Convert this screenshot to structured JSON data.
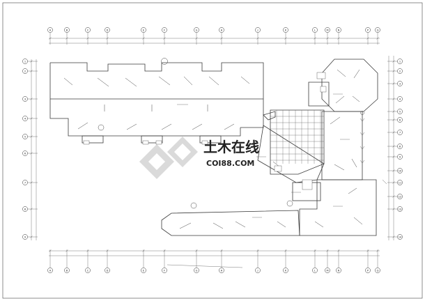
{
  "watermark": {
    "title": "土木在线",
    "domain": "COI88.COM"
  },
  "grid_labels": {
    "top": [
      "A",
      "B",
      "C",
      "D",
      "E",
      "F",
      "G",
      "H",
      "J",
      "K",
      "L",
      "M",
      "N",
      "P",
      "Q"
    ],
    "bottom": [
      "A",
      "B",
      "C",
      "D",
      "E",
      "F",
      "G",
      "H",
      "J",
      "K",
      "L",
      "M",
      "N",
      "P",
      "Q"
    ],
    "left": [
      "1",
      "2",
      "3",
      "4",
      "5",
      "6",
      "7",
      "8",
      "9"
    ],
    "right": [
      "1",
      "2",
      "3",
      "4",
      "5",
      "6",
      "7",
      "8",
      "9",
      "10",
      "11",
      "12",
      "13",
      "14"
    ]
  },
  "colors": {
    "line": "#3a3a3a",
    "grid": "#555555",
    "watermark": "#d6d6d6",
    "background": "#ffffff"
  }
}
